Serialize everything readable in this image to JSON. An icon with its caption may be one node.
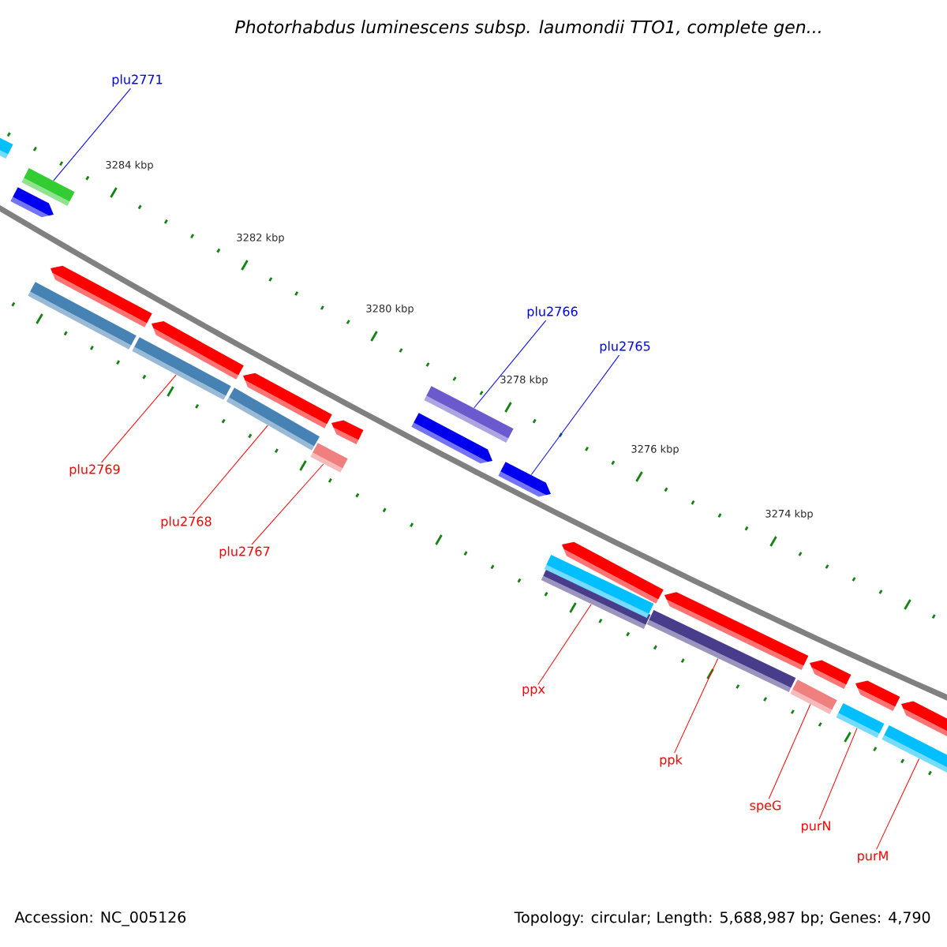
{
  "diagram": {
    "title": "Photorhabdus luminescens subsp. laumondii TTO1, complete gen...",
    "nodes": [
      {
        "text": [
          "plu2771"
        ]
      },
      {
        "text": [
          "plu2766"
        ]
      },
      {
        "text": [
          "plu2765"
        ]
      },
      {
        "text": [
          "plu2769"
        ]
      },
      {
        "text": [
          "plu2768"
        ]
      },
      {
        "text": [
          "plu2767"
        ]
      },
      {
        "text": [
          "ppx"
        ]
      },
      {
        "text": [
          "ppk"
        ]
      },
      {
        "text": [
          "speG"
        ]
      },
      {
        "text": [
          "purN"
        ]
      },
      {
        "text": [
          "purM"
        ]
      },
      {
        "text": [],
        "shape": "bar"
      },
      {
        "text": [],
        "shape": "bar"
      },
      {
        "text": [],
        "shape": "bar"
      },
      {
        "text": [],
        "shape": "bar"
      },
      {
        "text": [],
        "shape": "bar"
      },
      {
        "text": [],
        "shape": "bar"
      },
      {
        "text": [],
        "shape": "bar"
      },
      {
        "text": [],
        "shape": "bar"
      },
      {
        "text": [],
        "shape": "bar"
      },
      {
        "text": [],
        "shape": "bar"
      },
      {
        "text": [],
        "shape": "bar"
      },
      {
        "text": [],
        "shape": "bar"
      },
      {
        "text": [],
        "shape": "bar"
      },
      {
        "text": [],
        "shape": "bar"
      },
      {
        "text": [],
        "shape": "bar"
      },
      {
        "text": [],
        "shape": "bar"
      },
      {
        "text": [],
        "shape": "bar"
      },
      {
        "text": [],
        "shape": "bar"
      },
      {
        "text": [],
        "shape": "bar"
      },
      {
        "text": [],
        "shape": "bar"
      },
      {
        "text": [],
        "shape": "bar"
      },
      {
        "text": [],
        "shape": "bar"
      },
      {
        "text": [],
        "shape": "bar"
      },
      {
        "text": [],
        "shape": "bar"
      },
      {
        "text": [],
        "shape": "bar"
      }
    ],
    "edges": [
      {
        "from": 0,
        "to": 13,
        "arrow": "none",
        "color": "#0000ff"
      },
      {
        "from": 1,
        "to": 23,
        "arrow": "none",
        "color": "#0000ff"
      },
      {
        "from": 2,
        "to": 24,
        "arrow": "none",
        "color": "#0000ff"
      },
      {
        "from": 3,
        "to": 16,
        "arrow": "none"
      },
      {
        "from": 4,
        "to": 18,
        "arrow": "none"
      },
      {
        "from": 5,
        "to": 20,
        "arrow": "none"
      },
      {
        "from": 6,
        "to": 25,
        "arrow": "none"
      },
      {
        "from": 7,
        "to": 28,
        "arrow": "none"
      },
      {
        "from": 8,
        "to": 30,
        "arrow": "none"
      },
      {
        "from": 9,
        "to": 32,
        "arrow": "none"
      },
      {
        "from": 10,
        "to": 34,
        "arrow": "none"
      }
    ],
    "labels": [
      "3284 kbp",
      "3282 kbp",
      "3280 kbp",
      "3278 kbp",
      "3276 kbp",
      "3274 kbp",
      "Accession: NC_005126",
      "Topology: circular; Length: 5,688,987 bp; Genes: 4,790"
    ]
  }
}
